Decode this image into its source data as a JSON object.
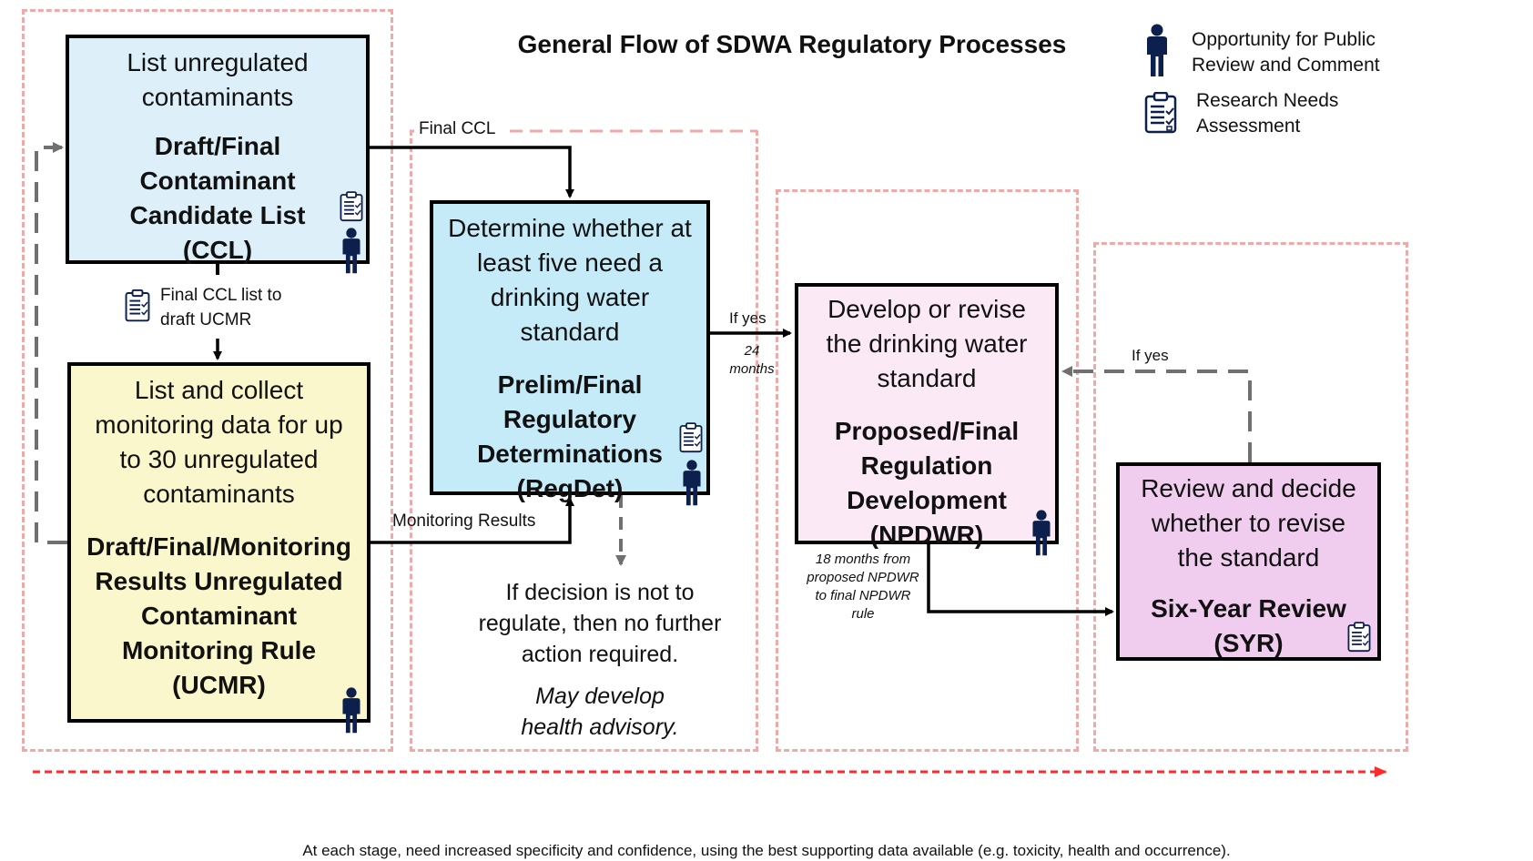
{
  "title": "General Flow of SDWA Regulatory Processes",
  "legend": {
    "public_review": "Opportunity for Public Review and Comment",
    "research_needs": "Research Needs Assessment"
  },
  "boxes": {
    "ccl": {
      "description": "List unregulated contaminants",
      "name": "Draft/Final Contaminant Candidate List (CCL)",
      "fill": "#ddf0fa"
    },
    "ucmr": {
      "description": "List and collect monitoring data for up to 30 unregulated contaminants",
      "name": "Draft/Final/Monitoring Results Unregulated Contaminant Monitoring Rule (UCMR)",
      "fill": "#fbf7cc"
    },
    "regdet": {
      "description": "Determine whether at least five need a drinking water standard",
      "name": "Prelim/Final Regulatory Determinations (RegDet)",
      "fill": "#c6ebf8"
    },
    "npdwr": {
      "description": "Develop or revise the drinking water standard",
      "name": "Proposed/Final Regulation Development (NPDWR)",
      "fill": "#fbeaf6"
    },
    "syr": {
      "description": "Review and decide whether to revise the standard",
      "name": "Six-Year Review (SYR)",
      "fill": "#f0cdee"
    }
  },
  "labels": {
    "final_ccl": "Final CCL",
    "ccl_to_ucmr": "Final CCL list to draft UCMR",
    "monitoring_results": "Monitoring Results",
    "if_yes_regdet": "If yes",
    "months_24": "24 months",
    "if_yes_syr": "If yes",
    "months_18": "18 months from proposed NPDWR to final NPDWR rule"
  },
  "outcome": {
    "no_regulate": "If decision is not to regulate, then no further action required.",
    "health_advisory": "May develop health advisory."
  },
  "footer": "At each stage, need increased specificity and confidence, using the best supporting data available (e.g. toxicity, health and occurrence).",
  "colors": {
    "region_border": "#f0a9a9",
    "footer_arrow": "#ff2a2a",
    "person_icon": "#0d1f4d",
    "dashed_connector": "#707070"
  },
  "icons": {
    "person": "person-icon",
    "clipboard": "clipboard-checklist-icon"
  }
}
